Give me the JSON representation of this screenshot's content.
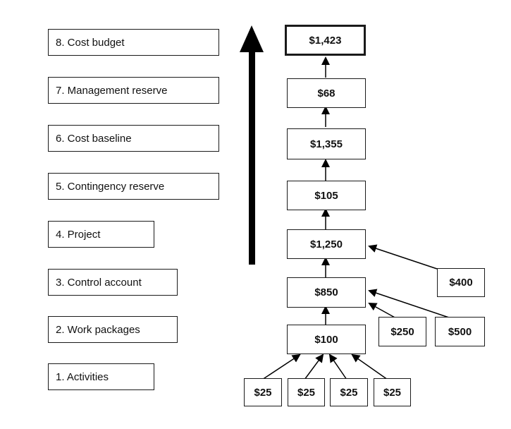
{
  "levels": [
    "8. Cost budget",
    "7. Management reserve",
    "6. Cost baseline",
    "5. Contingency reserve",
    "4. Project",
    "3. Control account",
    "2. Work packages",
    "1. Activities"
  ],
  "values": {
    "cost_budget": "$1,423",
    "management_reserve": "$68",
    "cost_baseline": "$1,355",
    "contingency_reserve": "$105",
    "project": "$1,250",
    "control_account": "$850",
    "work_packages": "$100",
    "activities": [
      "$25",
      "$25",
      "$25",
      "$25"
    ],
    "control_account_other": "$400",
    "work_package_1": "$250",
    "work_package_2": "$500"
  },
  "colors": {
    "line": "#1a1a1a",
    "arrow": "#000000"
  }
}
